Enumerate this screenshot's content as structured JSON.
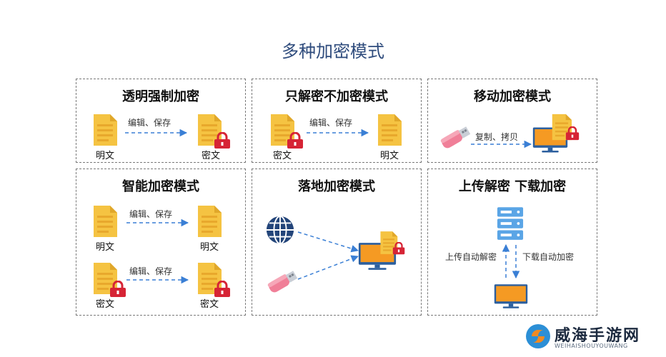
{
  "title": "多种加密模式",
  "panels": [
    {
      "title": "透明强制加密",
      "arrow_label": "编辑、保存",
      "left_label": "明文",
      "right_label": "密文"
    },
    {
      "title": "只解密不加密模式",
      "arrow_label": "编辑、保存",
      "left_label": "密文",
      "right_label": "明文"
    },
    {
      "title": "移动加密模式",
      "arrow_label": "复制、拷贝"
    },
    {
      "title": "智能加密模式",
      "rows": [
        {
          "arrow_label": "编辑、保存",
          "left_label": "明文",
          "right_label": "明文"
        },
        {
          "arrow_label": "编辑、保存",
          "left_label": "密文",
          "right_label": "密文"
        }
      ]
    },
    {
      "title": "落地加密模式"
    },
    {
      "title": "上传解密 下载加密",
      "up_label": "上传自动解密",
      "down_label": "下载自动加密"
    }
  ],
  "colors": {
    "doc": "#f5c342",
    "lock": "#d62435",
    "arrow": "#3a7fd5",
    "title": "#2e4b7c"
  },
  "watermark": {
    "main": "威海手游网",
    "sub": "WEIHAISHOUYOUWANG"
  }
}
